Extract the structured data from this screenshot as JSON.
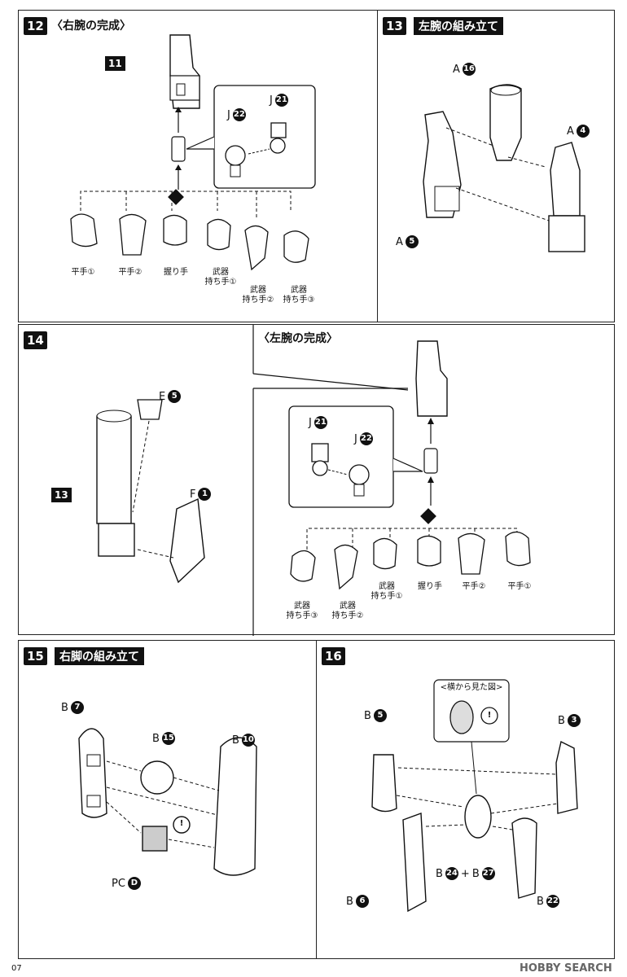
{
  "step12": {
    "num": "12",
    "title": "〈右腕の完成〉",
    "part_main": "11",
    "detail_j22": "J",
    "detail_j22_n": "22",
    "detail_j21": "J",
    "detail_j21_n": "21",
    "hands": [
      "平手①",
      "平手②",
      "握り手",
      "武器\n持ち手①",
      "武器\n持ち手②",
      "武器\n持ち手③"
    ]
  },
  "step13": {
    "num": "13",
    "title": "左腕の組み立て",
    "a16": "A",
    "a16_n": "16",
    "a4": "A",
    "a4_n": "4",
    "a5": "A",
    "a5_n": "5"
  },
  "step14": {
    "num": "14",
    "e5": "E",
    "e5_n": "5",
    "part_main": "13",
    "f1": "F",
    "f1_n": "1"
  },
  "left_complete": {
    "title": "〈左腕の完成〉",
    "j21": "J",
    "j21_n": "21",
    "j22": "J",
    "j22_n": "22",
    "hands": [
      "武器\n持ち手③",
      "武器\n持ち手②",
      "武器\n持ち手①",
      "握り手",
      "平手②",
      "平手①"
    ]
  },
  "step15": {
    "num": "15",
    "title": "右脚の組み立て",
    "b7": "B",
    "b7_n": "7",
    "b15": "B",
    "b15_n": "15",
    "b10": "B",
    "b10_n": "10",
    "pc": "PC",
    "pc_n": "D",
    "caution": "!"
  },
  "step16": {
    "num": "16",
    "side_view": "<横から見た図>",
    "caution": "!",
    "b5": "B",
    "b5_n": "5",
    "b3": "B",
    "b3_n": "3",
    "b6": "B",
    "b6_n": "6",
    "b24": "B",
    "b24_n": "24",
    "plus": "+",
    "b27": "B",
    "b27_n": "27",
    "b22": "B",
    "b22_n": "22"
  },
  "footer": {
    "page": "07",
    "watermark": "HOBBY SEARCH"
  },
  "colors": {
    "ink": "#111111",
    "part_fill": "#ffffff",
    "shade": "#cccccc"
  }
}
